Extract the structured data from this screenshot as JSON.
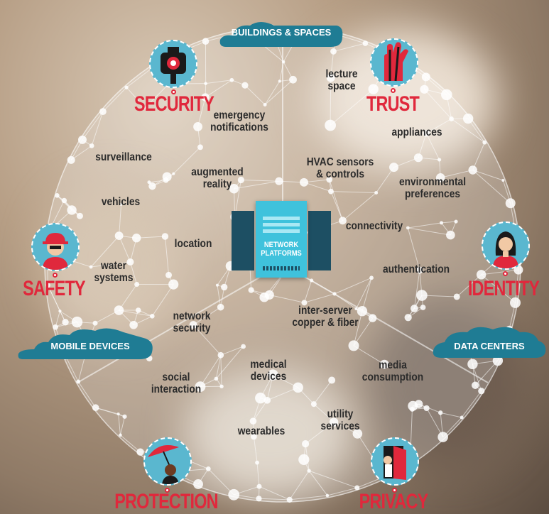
{
  "center": {
    "line1": "NETWORK",
    "line2": "PLATFORMS"
  },
  "clouds": {
    "top": "BUILDINGS & SPACES",
    "left": "MOBILE DEVICES",
    "right": "DATA CENTERS"
  },
  "categories": {
    "security": "SECURITY",
    "trust": "TRUST",
    "safety": "SAFETY",
    "identity": "IDENTITY",
    "protection": "PROTECTION",
    "privacy": "PRIVACY"
  },
  "terms": {
    "lecture_space": "lecture\nspace",
    "emergency_notifications": "emergency\nnotifications",
    "appliances": "appliances",
    "surveillance": "surveillance",
    "hvac": "HVAC sensors\n& controls",
    "augmented_reality": "augmented\nreality",
    "environmental_preferences": "environmental\npreferences",
    "vehicles": "vehicles",
    "connectivity": "connectivity",
    "location": "location",
    "water_systems": "water\nsystems",
    "authentication": "authentication",
    "inter_server": "inter-server\ncopper & fiber",
    "network_security": "network\nsecurity",
    "media_consumption": "media\nconsumption",
    "medical_devices": "medical\ndevices",
    "social_interaction": "social\ninteraction",
    "utility_services": "utility\nservices",
    "wearables": "wearables"
  },
  "colors": {
    "accent_red": "#e0283c",
    "icon_teal": "#5ab7cf",
    "cloud_teal": "#1f7c94",
    "platform_teal": "#3fc2dc"
  }
}
